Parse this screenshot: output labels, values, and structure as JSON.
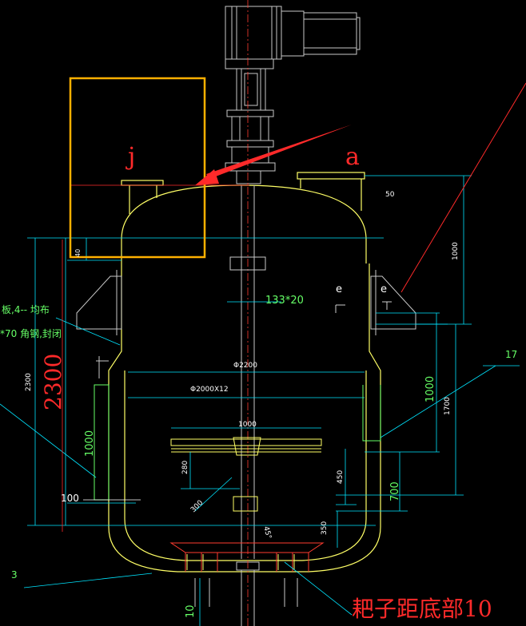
{
  "colors": {
    "background": "#000000",
    "vessel": "#ffff66",
    "dimension": "#00e5ff",
    "centerline": "#ff3b30",
    "gray": "#c8c8c8",
    "white": "#ffffff",
    "green_text": "#66ff66",
    "highlight_box": "#ffb000",
    "annotation_red": "#ff2a2a"
  },
  "labels": {
    "letter_j": "j",
    "letter_a": "a",
    "dim_50": "50",
    "dim_1000_right": "1000",
    "dim_40": "40",
    "dim_133x20": "133*20",
    "mark_e_left": "e",
    "mark_e_right": "e",
    "note_line1": "板,4-- 均布",
    "note_line2": "*70 角钢,封闭",
    "diameter_2200": "Φ2200",
    "diameter_2000": "Φ2000X12",
    "dim_2300_small": "2300",
    "dim_2300_red": "2300",
    "dim_1000_jacket_left": "1000",
    "dim_1000_jacket_right": "1000",
    "dim_1700": "1700",
    "dim_1000_impeller": "1000",
    "dim_280": "280",
    "dim_450": "450",
    "dim_700": "700",
    "dim_350": "350",
    "dim_100": "100",
    "dim_300": "300",
    "dim_10": "10",
    "callout_17": "17",
    "callout_3": "3",
    "angle_note": "45°",
    "rake_note": "耙子距底部10"
  },
  "icons": {
    "motor": "motor-icon",
    "gearbox": "gearbox-icon",
    "pointer": "red-arrow-icon"
  }
}
